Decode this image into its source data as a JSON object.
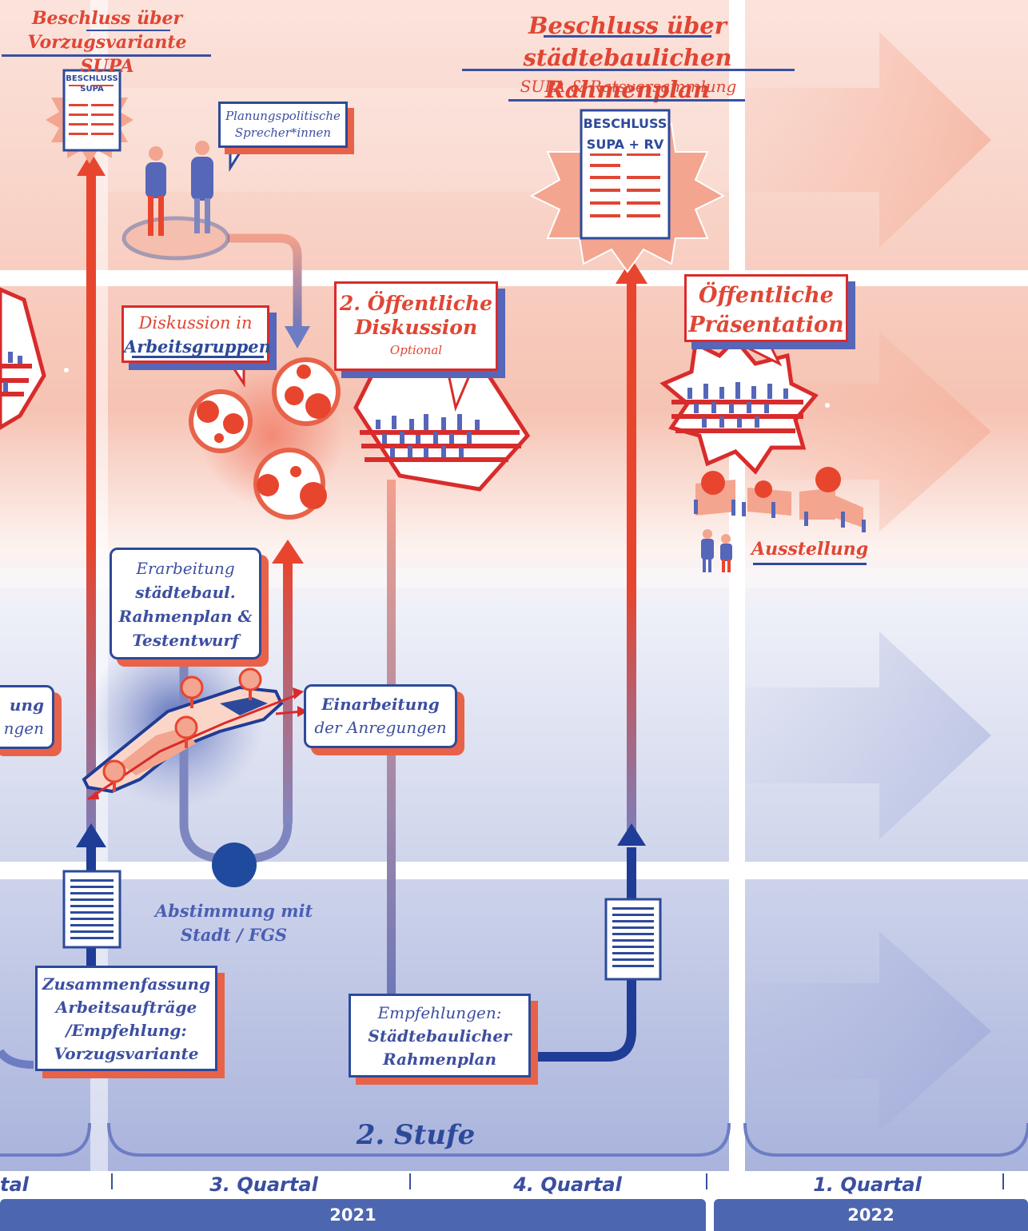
{
  "colors": {
    "red": "#e04634",
    "blue": "#2d4a9a",
    "peach": "#f6b6a2",
    "lavender": "#a8b2dc"
  },
  "icons": [
    "document-icon",
    "person-icon",
    "speech-bubble-icon",
    "tree-icon",
    "arrow-up-icon"
  ],
  "titles": {
    "supa_vorzug": [
      "Beschluss über",
      "Vorzugsvariante SUPA"
    ],
    "rahmenplan": [
      "Beschluss über",
      "städtebaulichen Rahmenplan"
    ],
    "rahmenplan_sub": "SUPA & Ratsversammlung"
  },
  "badges": {
    "supa": [
      "BESCHLUSS",
      "SUPA"
    ],
    "supa_rv": [
      "BESCHLUSS",
      "SUPA + RV"
    ]
  },
  "callouts": {
    "sprecher": [
      "Planungspolitische",
      "Sprecher*innen"
    ],
    "arbeitsgruppen": [
      "Diskussion in",
      "Arbeitsgruppen"
    ],
    "diskussion2": [
      "2. Öffentliche",
      "Diskussion"
    ],
    "diskussion2_sub": "Optional",
    "praesentation": [
      "Öffentliche",
      "Präsentation"
    ],
    "ausstellung": "Ausstellung"
  },
  "boxes": {
    "erarbeitung": [
      "Erarbeitung",
      "städtebaul.",
      "Rahmenplan &",
      "Testentwurf"
    ],
    "einarbeitung": [
      "Einarbeitung",
      "der Anregungen"
    ],
    "left_partial": [
      "ung",
      "ngen"
    ],
    "abstimmung": [
      "Abstimmung mit",
      "Stadt / FGS"
    ],
    "zusammenfassung": [
      "Zusammenfassung",
      "Arbeitsaufträge",
      "/Empfehlung:",
      "Vorzugsvariante"
    ],
    "empfehlungen": [
      "Empfehlungen:",
      "Städtebaulicher",
      "Rahmenplan"
    ]
  },
  "stage_label": "2. Stufe",
  "timeline": {
    "quarters": [
      "tal",
      "3. Quartal",
      "4. Quartal",
      "1. Quartal"
    ],
    "years": [
      "2021",
      "2022"
    ]
  }
}
